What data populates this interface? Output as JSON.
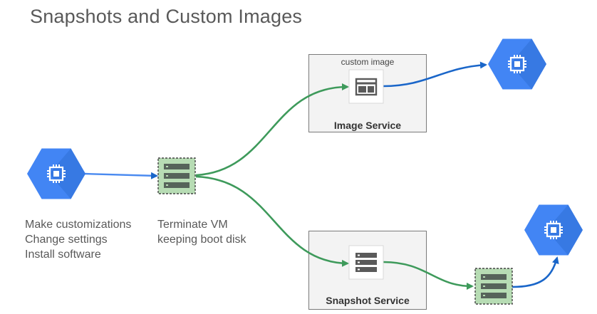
{
  "title": "Snapshots and Custom Images",
  "image_service": {
    "caption": "custom image",
    "title": "Image Service"
  },
  "snapshot_service": {
    "title": "Snapshot Service"
  },
  "source_vm": {
    "lines": [
      "Make customizations",
      "Change settings",
      "Install software"
    ]
  },
  "boot_disk": {
    "lines": [
      "Terminate VM",
      "keeping boot disk"
    ]
  },
  "colors": {
    "vm_blue": "#4285f4",
    "blue_arrow": "#1a66c9",
    "green_arrow": "#3e9a5b",
    "disk_fill": "#b7dcb4",
    "disk_bar": "#56635a"
  }
}
